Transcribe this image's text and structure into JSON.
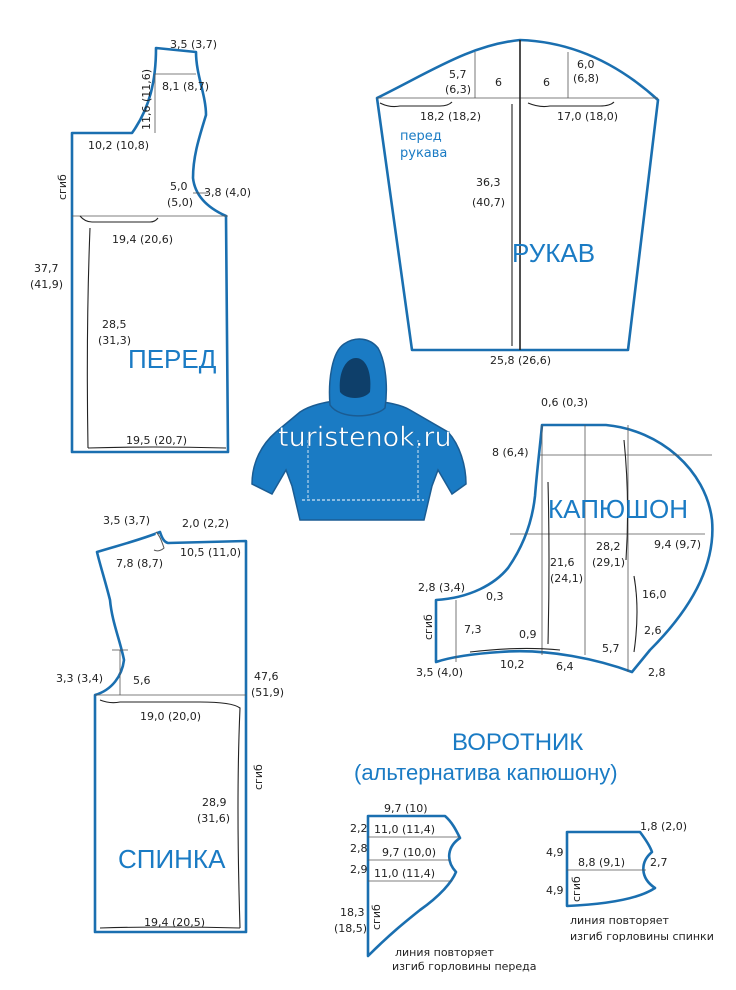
{
  "watermark": "turistenok.ru",
  "front": {
    "title": "ПЕРЕД",
    "fold": "сгиб",
    "labels": [
      "3,5 (3,7)",
      "11,6 (11,6)",
      "8,1 (8,7)",
      "10,2 (10,8)",
      "5,0",
      "(5,0)",
      "3,8 (4,0)",
      "19,4 (20,6)",
      "37,7",
      "(41,9)",
      "28,5",
      "(31,3)",
      "19,5 (20,7)"
    ]
  },
  "sleeve": {
    "title": "РУКАВ",
    "subtitle1": "перед",
    "subtitle2": "рукава",
    "labels": [
      "5,7",
      "(6,3)",
      "6",
      "6",
      "6,0",
      "(6,8)",
      "18,2 (18,2)",
      "17,0 (18,0)",
      "36,3",
      "(40,7)",
      "25,8  (26,6)"
    ]
  },
  "back": {
    "title": "СПИНКА",
    "fold": "сгиб",
    "labels": [
      "3,5 (3,7)",
      "2,0 (2,2)",
      "7,8 (8,7)",
      "10,5  (11,0)",
      "3,3 (3,4)",
      "5,6",
      "47,6",
      "(51,9)",
      "19,0 (20,0)",
      "28,9",
      "(31,6)",
      "19,4  (20,5)"
    ]
  },
  "hood": {
    "title": "КАПЮШОН",
    "fold": "сгиб",
    "labels": [
      "0,6 (0,3)",
      "8 (6,4)",
      "9,4 (9,7)",
      "21,6",
      "(24,1)",
      "28,2",
      "(29,1)",
      "16,0",
      "2,8 (3,4)",
      "0,3",
      "7,3",
      "0,9",
      "2,6",
      "5,7",
      "3,5 (4,0)",
      "10,2",
      "6,4",
      "2,8"
    ]
  },
  "collar": {
    "title1": "ВОРОТНИК",
    "title2": "(альтернатива капюшону)",
    "front_part": {
      "fold": "сгиб",
      "labels": [
        "9,7 (10)",
        "2,2",
        "11,0 (11,4)",
        "2,8",
        "9,7 (10,0)",
        "2,9",
        "11,0 (11,4)",
        "18,3",
        "(18,5)"
      ],
      "note1": "линия повторяет",
      "note2": "изгиб горловины переда"
    },
    "back_part": {
      "fold": "сгиб",
      "labels": [
        "1,8 (2,0)",
        "4,9",
        "8,8 (9,1)",
        "2,7",
        "4,9"
      ],
      "note1": "линия повторяет",
      "note2": "изгиб горловины спинки"
    }
  },
  "colors": {
    "outline": "#1a6fb0",
    "accent": "#1a7bc4",
    "garment": "#1a7bc4"
  },
  "icons": [
    "hoodie-illustration"
  ]
}
